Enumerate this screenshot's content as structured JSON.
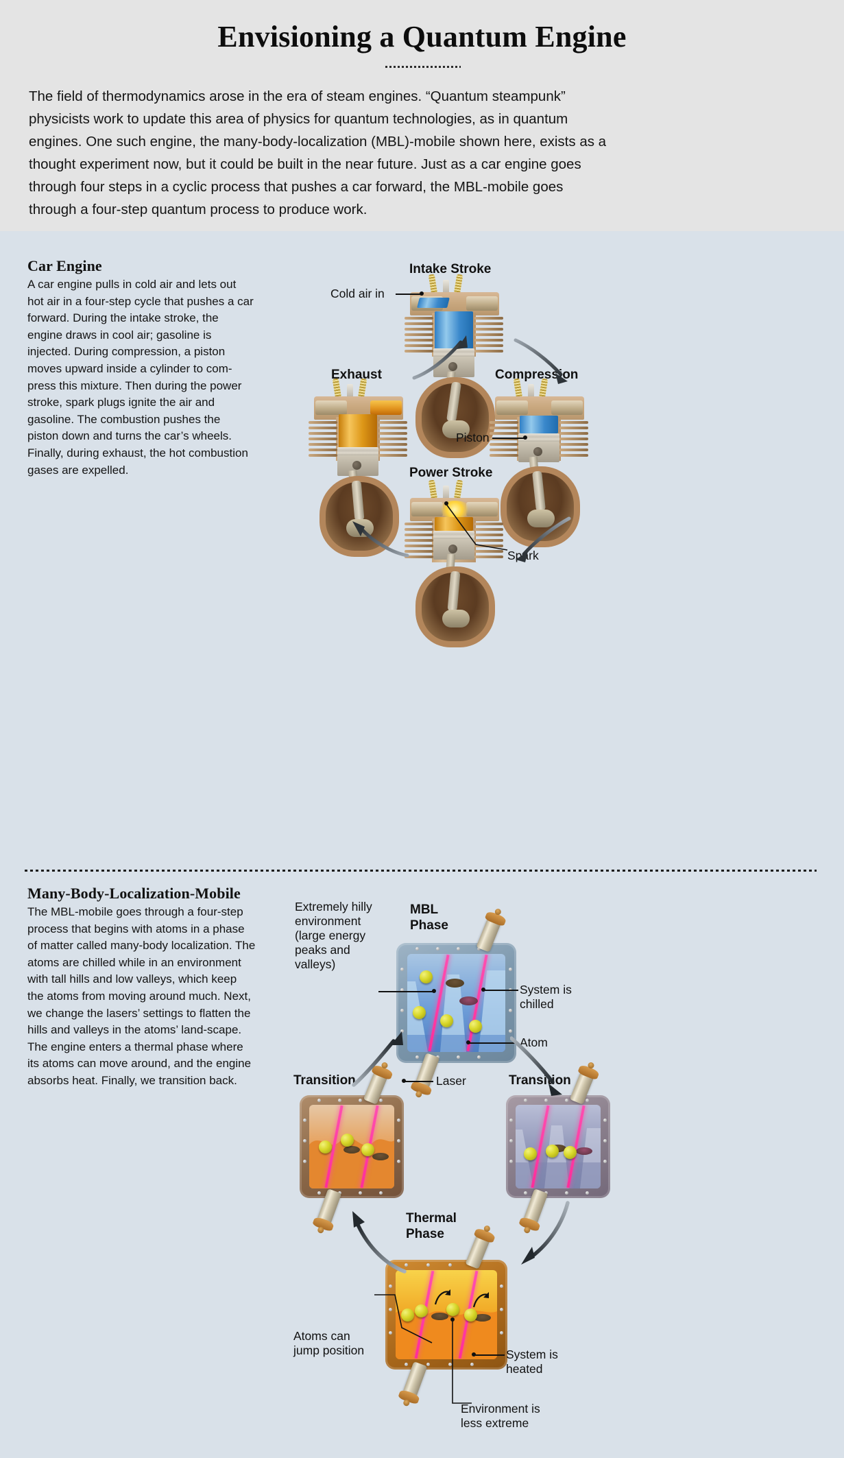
{
  "header": {
    "title": "Envisioning a Quantum Engine",
    "intro": "The field of thermodynamics arose in the era of steam engines. “Quantum steampunk” physicists work to update this area of physics for quantum technologies, as in quantum engines. One such engine, the many-body-localization (MBL)-mobile shown here, exists as a thought experiment now, but it could be built in the near future. Just as a car engine goes through four steps in a cyclic process that pushes a car forward, the MBL-mobile goes through a four-step quantum process to produce work."
  },
  "car_section": {
    "heading": "Car Engine",
    "body": "A car engine pulls in cold air and lets out hot air in a four-step cycle that pushes a car forward. During the intake stroke, the engine draws in cool air; gasoline is injected. During compression, a piston moves upward inside a cylinder to com-press this mixture. Then during the power stroke, spark plugs ignite the air and gasoline. The combustion pushes the piston down and turns the car’s wheels. Finally, during exhaust, the hot combustion gases are expelled.",
    "labels": {
      "intake": "Intake Stroke",
      "compression": "Compression",
      "power": "Power Stroke",
      "exhaust": "Exhaust",
      "cold_air_in": "Cold air in",
      "piston": "Piston",
      "spark": "Spark"
    }
  },
  "mbl_section": {
    "heading": "Many-Body-Localization-Mobile",
    "body": "The MBL-mobile goes through a four-step process that begins with atoms in a phase of matter called many-body localization. The atoms are chilled while in an environment with tall hills and low valleys, which keep the atoms from moving around much. Next, we change the lasers’ settings to flatten the hills and valleys in the atoms’ land-scape. The engine enters a thermal phase where its atoms can move around, and the engine absorbs heat. Finally, we transition back.",
    "labels": {
      "mbl_phase": "MBL\nPhase",
      "thermal_phase": "Thermal\nPhase",
      "transition_left": "Transition",
      "transition_right": "Transition",
      "hilly": "Extremely hilly environment (large energy peaks and valleys)",
      "chilled": "System is chilled",
      "atom": "Atom",
      "laser": "Laser",
      "jump": "Atoms can jump position",
      "heated": "System is heated",
      "less_extreme": "Environment is less extreme"
    }
  },
  "colors": {
    "header_bg": "#e4e4e4",
    "body_bg": "#d9e1e9",
    "text": "#141414",
    "cold_gas": "#3a88cb",
    "hot_gas": "#dd9718",
    "laser_pink": "#ff2d9a",
    "atom_yellow": "#d7d628"
  }
}
